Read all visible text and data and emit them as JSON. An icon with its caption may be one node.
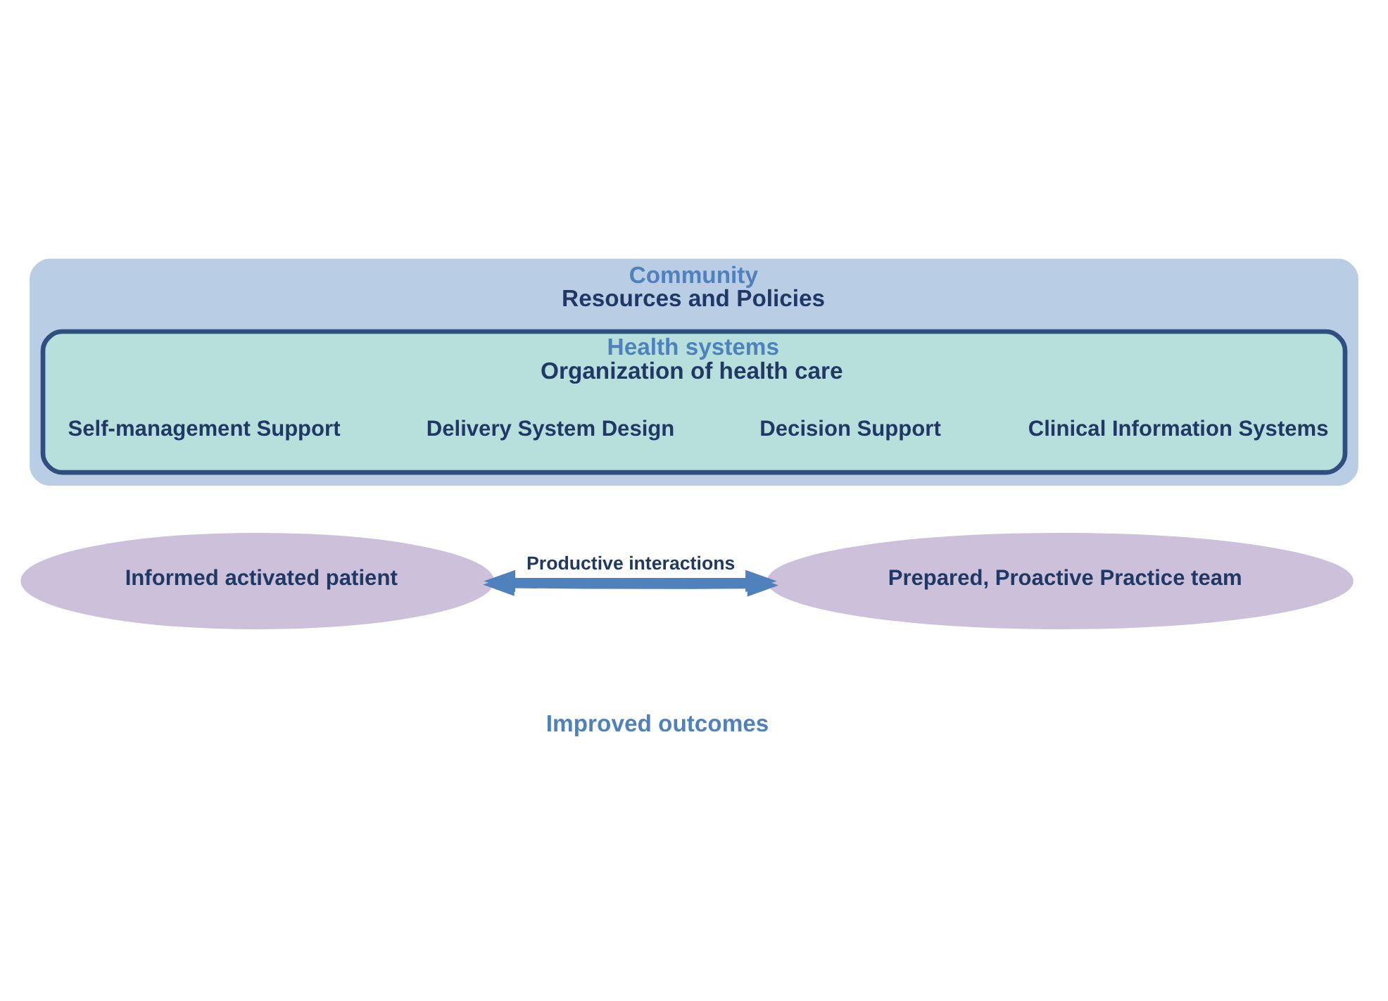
{
  "diagram": {
    "nodes": [
      {
        "text": [
          "Community",
          "Resources and Policies"
        ]
      },
      {
        "text": [
          "Health systems",
          "Organization of health care"
        ],
        "in": 0
      },
      {
        "text": [
          "Self-management Support"
        ],
        "in": 1
      },
      {
        "text": [
          "Delivery System Design"
        ],
        "in": 1
      },
      {
        "text": [
          "Decision Support"
        ],
        "in": 1
      },
      {
        "text": [
          "Clinical Information Systems"
        ],
        "in": 1
      },
      {
        "text": [
          "Informed activated patient"
        ]
      },
      {
        "text": [
          "Prepared, Proactive Practice team"
        ]
      }
    ],
    "edges": [
      {
        "from": 6,
        "to": 7,
        "arrow": "both",
        "label": "Productive interactions"
      },
      {
        "from": 6,
        "to": 7,
        "arrow": "both"
      }
    ],
    "labels": [
      "Improved outcomes"
    ]
  }
}
